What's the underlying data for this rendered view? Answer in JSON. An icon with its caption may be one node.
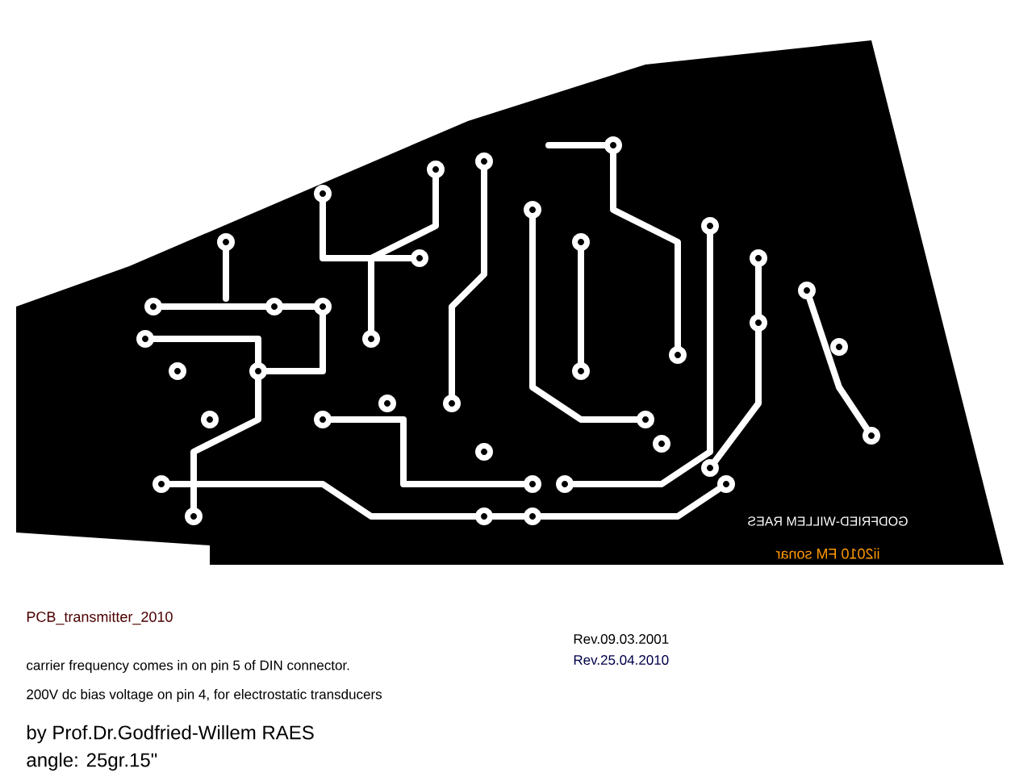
{
  "diagram": {
    "title": "PCB_transmitter_2010",
    "labels": [
      "GODFRIED-WILLEM RAES",
      "ii2010 FM sonar",
      "carrier frequency comes in on pin 5 of DIN connector.",
      "200V dc bias voltage on pin 4, for electrostatic transducers",
      "by Prof.Dr.Godfried-Willem RAES",
      "angle: 25gr.15\"",
      "Rev.09.03.2001",
      "Rev.25.04.2010"
    ]
  }
}
